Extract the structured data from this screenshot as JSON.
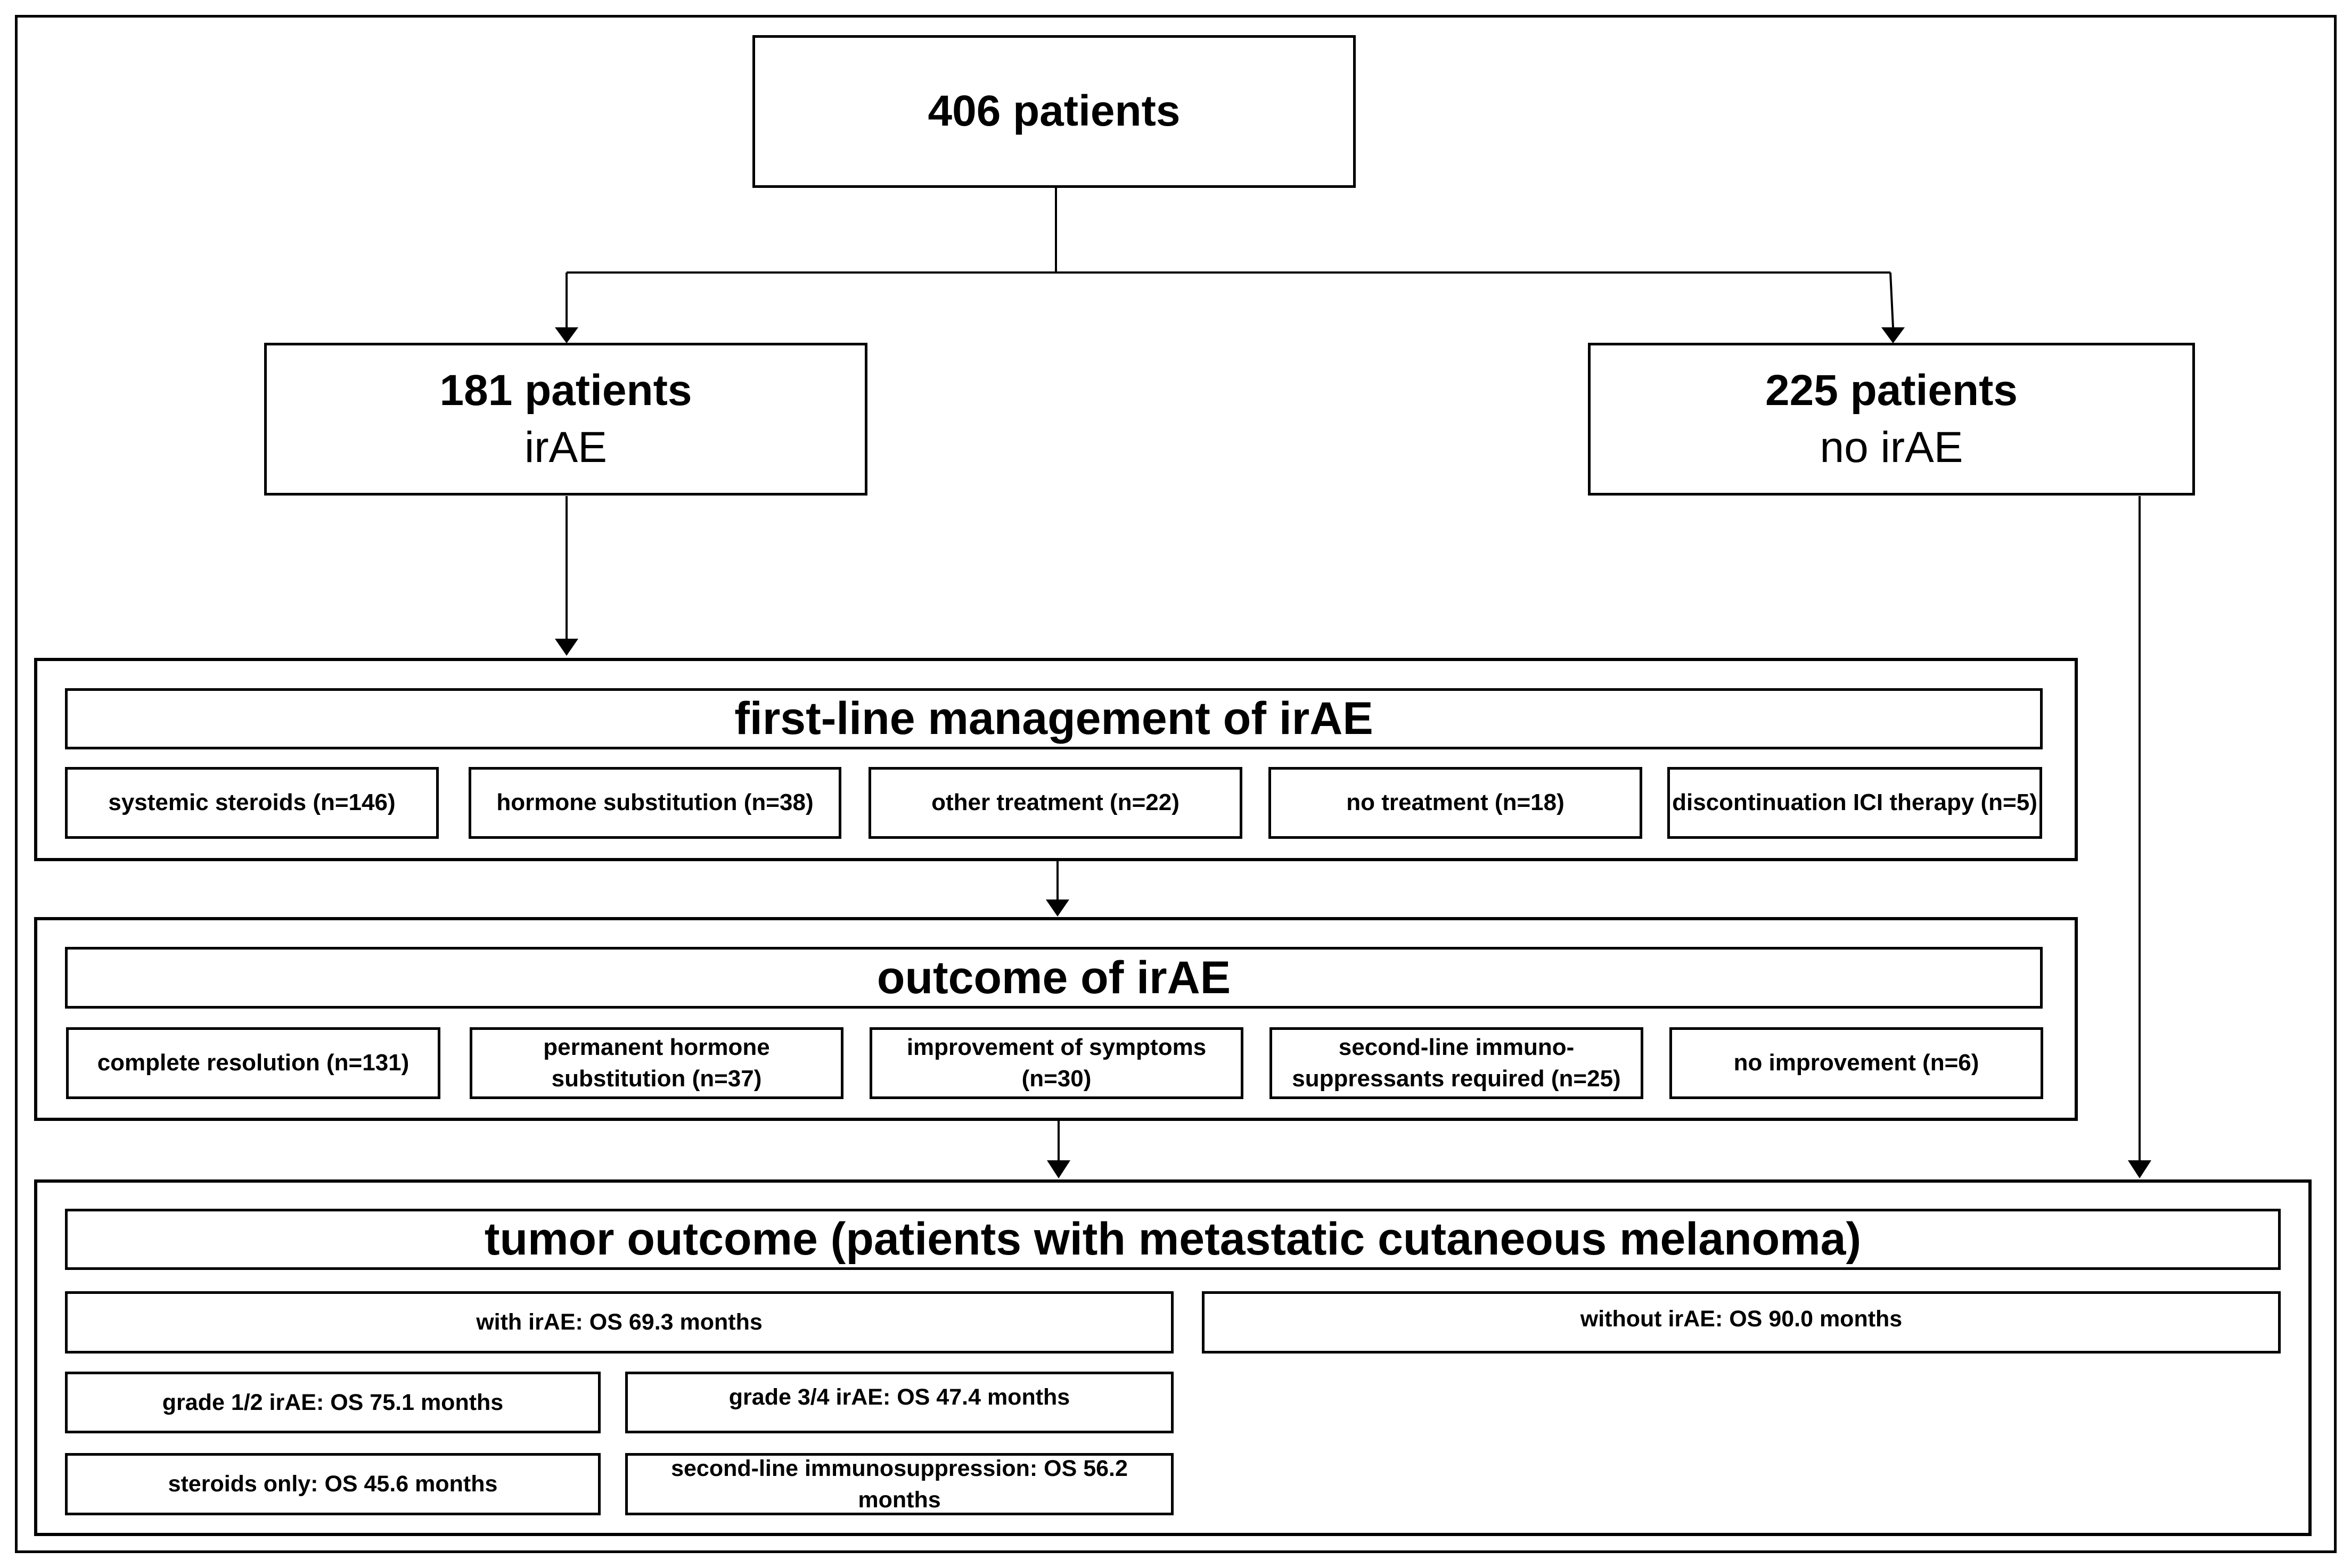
{
  "top": {
    "count": "406 patients"
  },
  "branch_irae": {
    "count": "181 patients",
    "label": "irAE"
  },
  "branch_no_irae": {
    "count": "225 patients",
    "label": "no irAE"
  },
  "first_line": {
    "title": "first-line management of irAE",
    "items": [
      "systemic steroids (n=146)",
      "hormone substitution (n=38)",
      "other treatment (n=22)",
      "no treatment (n=18)",
      "discontinuation ICI therapy (n=5)"
    ]
  },
  "outcome": {
    "title": "outcome of irAE",
    "items": [
      {
        "line1": "complete resolution (n=131)",
        "line2": ""
      },
      {
        "line1": "permanent hormone",
        "line2": "substitution (n=37)"
      },
      {
        "line1": "improvement of symptoms",
        "line2": "(n=30)"
      },
      {
        "line1": "second-line immuno-",
        "line2": "suppressants required (n=25)"
      },
      {
        "line1": "no improvement (n=6)",
        "line2": ""
      }
    ]
  },
  "tumor": {
    "title": "tumor outcome (patients with metastatic cutaneous melanoma)",
    "with_irae": "with irAE: OS 69.3 months",
    "without_irae": "without irAE: OS 90.0 months",
    "grade12": "grade 1/2 irAE: OS 75.1 months",
    "grade34": "grade 3/4 irAE: OS 47.4 months",
    "steroids_only": "steroids only: OS 45.6 months",
    "second_line": "second-line immunosuppression: OS 56.2 months"
  }
}
